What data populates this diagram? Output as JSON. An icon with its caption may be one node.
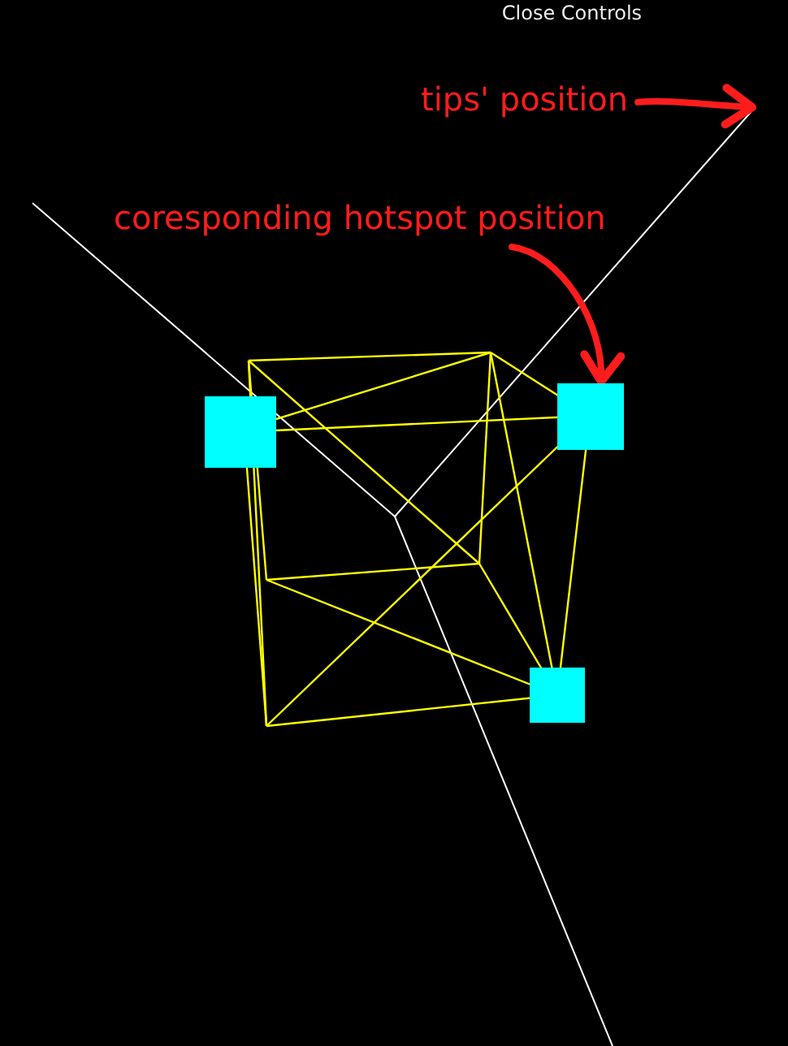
{
  "diagram": {
    "nodes": [
      {
        "text": [
          "tips' position"
        ]
      },
      {
        "text": [
          "coresponding hotspot position"
        ]
      },
      {
        "text": [],
        "shape": "box"
      }
    ],
    "edges": [
      {
        "from": 0,
        "to": null,
        "arrow": "to"
      },
      {
        "from": 1,
        "to": 2,
        "arrow": "to"
      }
    ],
    "labels": [
      "Close Controls"
    ]
  }
}
